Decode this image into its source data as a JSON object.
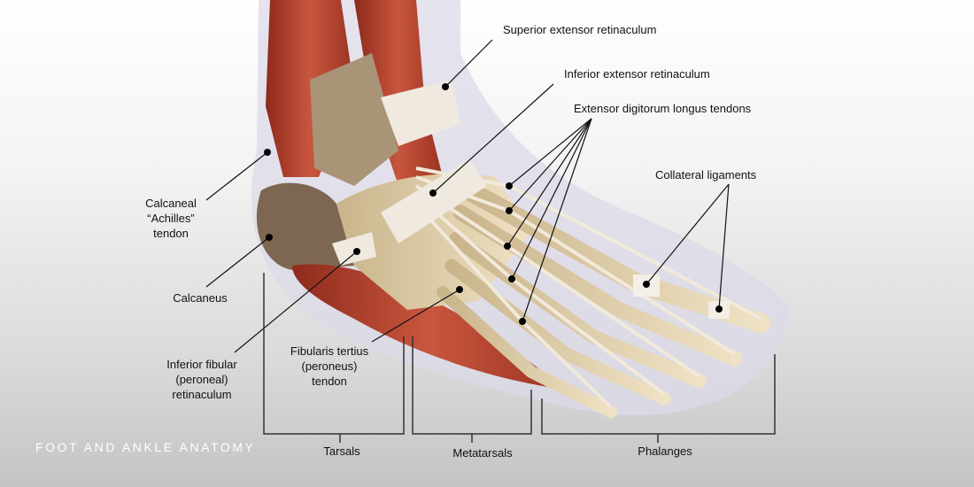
{
  "title": "FOOT AND ANKLE ANATOMY",
  "labels": {
    "superior_extensor": "Superior extensor retinaculum",
    "inferior_extensor": "Inferior extensor retinaculum",
    "extensor_digitorum": "Extensor digitorum longus tendons",
    "collateral": "Collateral ligaments",
    "achilles": [
      "Calcaneal",
      "“Achilles”",
      "tendon"
    ],
    "calcaneus": "Calcaneus",
    "inferior_fibular": [
      "Inferior fibular",
      "(peroneal)",
      "retinaculum"
    ],
    "fibularis_tertius": [
      "Fibularis tertius",
      "(peroneus)",
      "tendon"
    ]
  },
  "groups": {
    "tarsals": "Tarsals",
    "metatarsals": "Metatarsals",
    "phalanges": "Phalanges"
  },
  "colors": {
    "muscle": "#b8432e",
    "bone": "#e3d2ad",
    "tendon": "#ece4d4",
    "outline": "#d7d5e3"
  }
}
